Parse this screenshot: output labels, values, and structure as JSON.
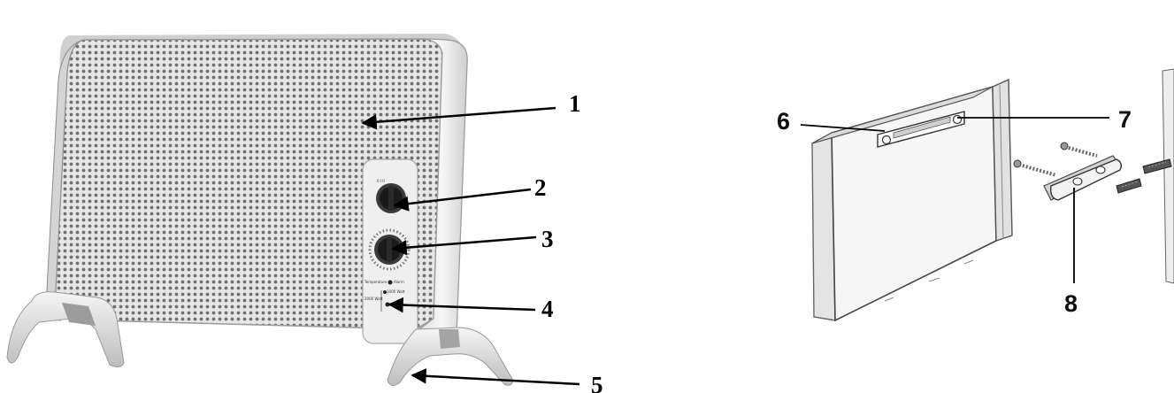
{
  "heater_figure": {
    "callouts": [
      {
        "id": "1",
        "label": "1"
      },
      {
        "id": "2",
        "label": "2"
      },
      {
        "id": "3",
        "label": "3"
      },
      {
        "id": "4",
        "label": "4"
      },
      {
        "id": "5",
        "label": "5"
      }
    ],
    "panel_text": {
      "knob_scale": "0  I  II",
      "indicator_left": "Temperature",
      "indicator_right": "Alarm",
      "power_low": "2000 Watt",
      "power_high": "1000 Watt"
    }
  },
  "bracket_figure": {
    "callouts": [
      {
        "id": "6",
        "label": "6"
      },
      {
        "id": "7",
        "label": "7"
      },
      {
        "id": "8",
        "label": "8"
      }
    ]
  },
  "icons": [
    "heater-illustration",
    "wall-bracket-illustration",
    "screw-icon",
    "wall-plug-icon"
  ],
  "colors": {
    "line": "#000000",
    "body": "#f2f2f2",
    "shadow": "#b8b8b8"
  }
}
